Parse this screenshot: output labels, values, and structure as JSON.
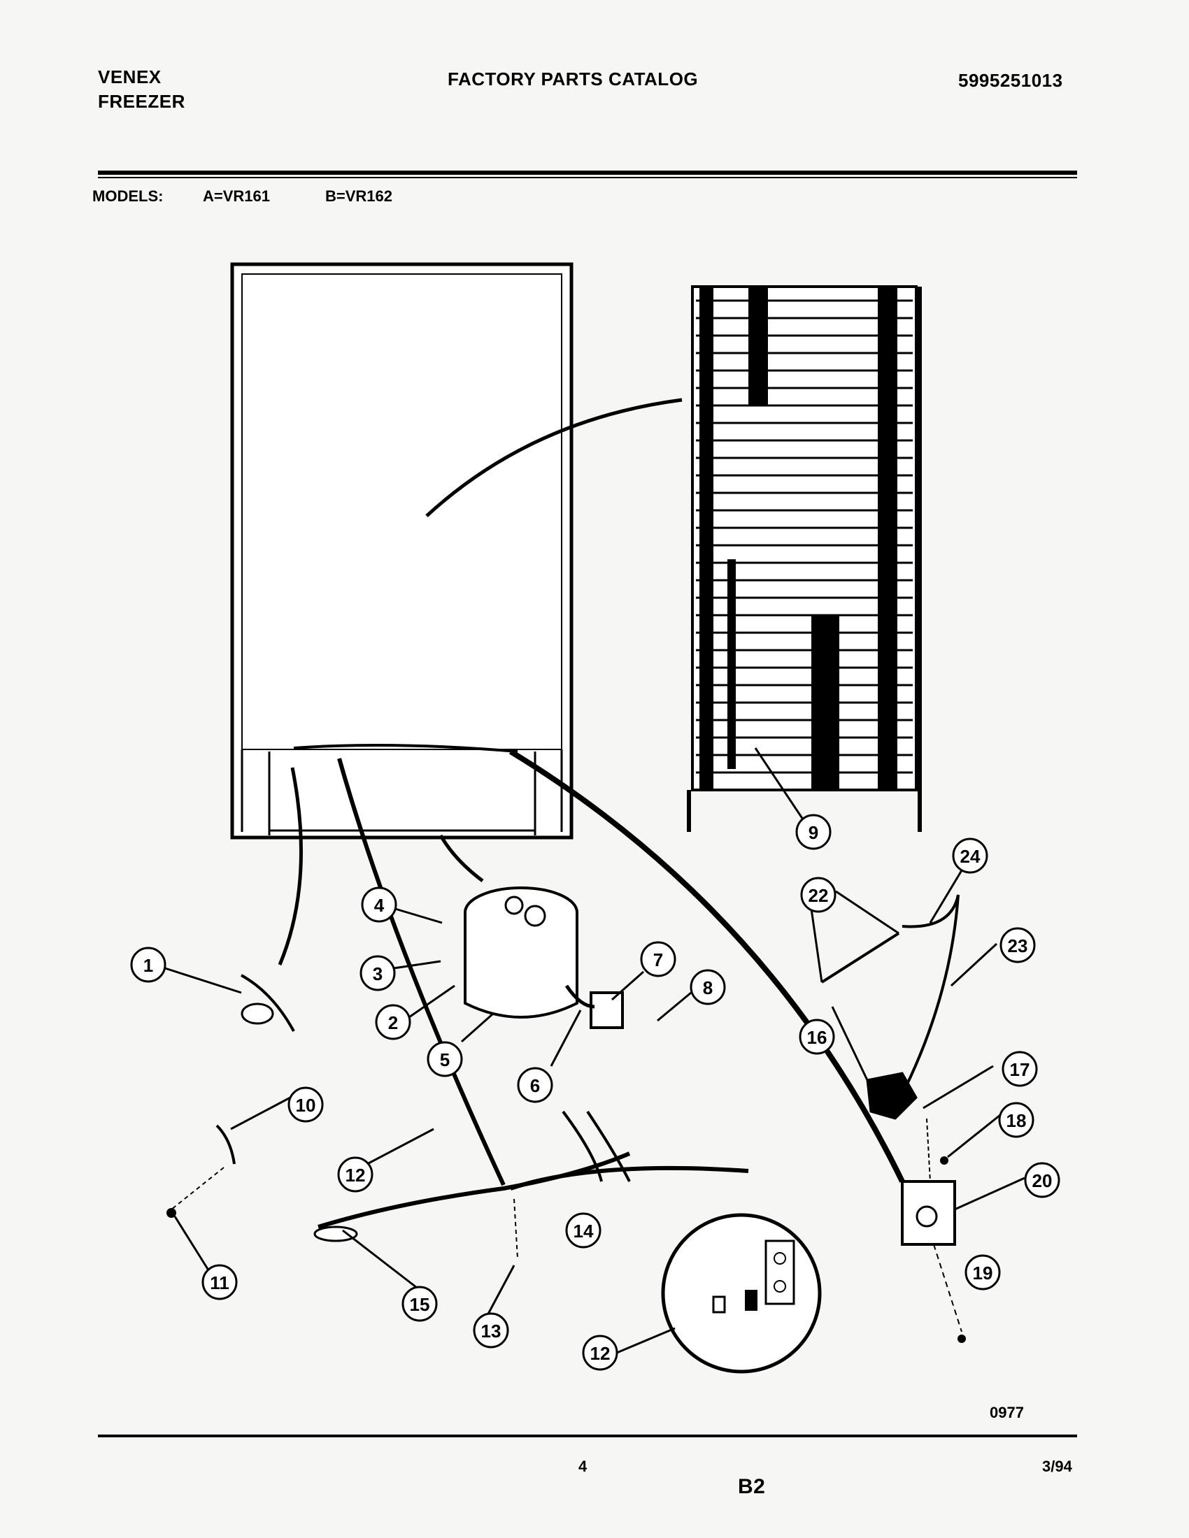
{
  "header": {
    "brand_line1": "VENEX",
    "brand_line2": "FREEZER",
    "title": "FACTORY PARTS CATALOG",
    "catalog_number": "5995251013"
  },
  "models": {
    "label": "MODELS:",
    "model_a": "A=VR161",
    "model_b": "B=VR162"
  },
  "diagram": {
    "callouts": [
      "1",
      "2",
      "3",
      "4",
      "5",
      "6",
      "7",
      "8",
      "9",
      "10",
      "11",
      "12",
      "13",
      "14",
      "15",
      "16",
      "17",
      "18",
      "19",
      "20",
      "22",
      "23",
      "24",
      "12"
    ],
    "figure_code": "0977"
  },
  "footer": {
    "page_number": "4",
    "section": "B2",
    "date": "3/94"
  }
}
